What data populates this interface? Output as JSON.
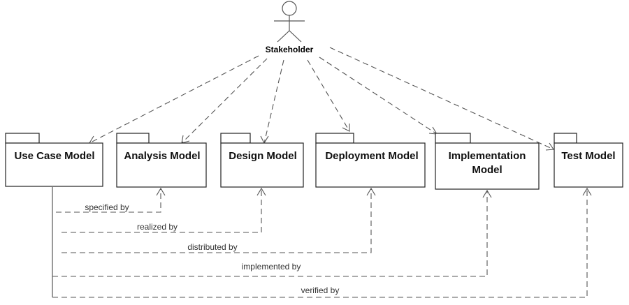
{
  "actor": {
    "name": "Stakeholder",
    "icon": "stick-figure-icon"
  },
  "packages": [
    {
      "id": "use-case",
      "lines": [
        "Use Case Model"
      ]
    },
    {
      "id": "analysis",
      "lines": [
        "Analysis Model"
      ]
    },
    {
      "id": "design",
      "lines": [
        "Design Model"
      ]
    },
    {
      "id": "deployment",
      "lines": [
        "Deployment Model"
      ]
    },
    {
      "id": "implementation",
      "lines": [
        "Implementation",
        "Model"
      ]
    },
    {
      "id": "test",
      "lines": [
        "Test Model"
      ]
    }
  ],
  "traces": [
    {
      "label": "specified by",
      "target": "analysis"
    },
    {
      "label": "realized by",
      "target": "design"
    },
    {
      "label": "distributed by",
      "target": "deployment"
    },
    {
      "label": "implemented by",
      "target": "implementation"
    },
    {
      "label": "verified by",
      "target": "test"
    }
  ],
  "colors": {
    "line": "#555555",
    "box_border": "#222222",
    "text": "#111111",
    "background": "#ffffff"
  }
}
